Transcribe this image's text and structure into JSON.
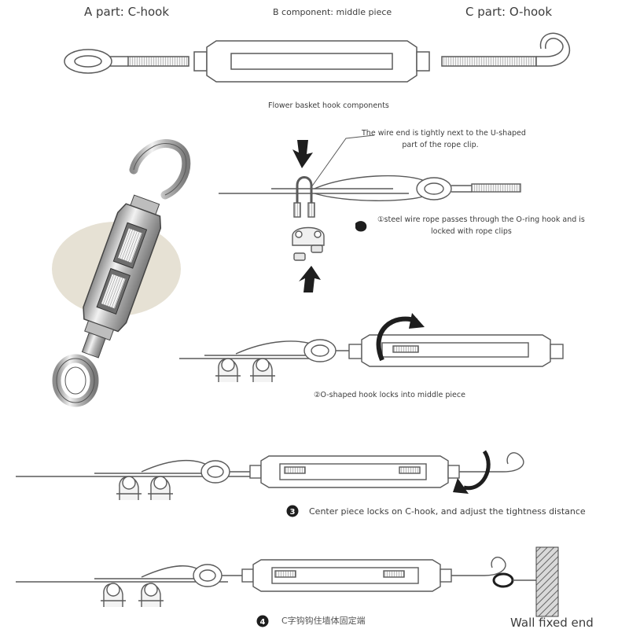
{
  "labels": {
    "a_part": "A part: C-hook",
    "b_component": "B component: middle piece",
    "c_part": "C part: O-hook",
    "components_caption": "Flower basket hook components",
    "wire_end_note_line1": "The wire end is tightly next to the U-shaped",
    "wire_end_note_line2": "part of the rope clip.",
    "step1_line1": "①steel wire rope passes through the O-ring hook and is",
    "step1_line2": "locked with rope clips",
    "step2": "②O-shaped hook locks into middle piece",
    "step3_num": "3",
    "step3": "Center piece locks on C-hook, and adjust the tightness distance",
    "step4_num": "4",
    "step4": "C字钩钩住墙体固定端",
    "wall_fixed_end": "Wall fixed end"
  },
  "colors": {
    "line": "#5a5a5a",
    "metal": "#c9c9c9",
    "dark": "#222222",
    "halo": "#e9e3d6"
  }
}
